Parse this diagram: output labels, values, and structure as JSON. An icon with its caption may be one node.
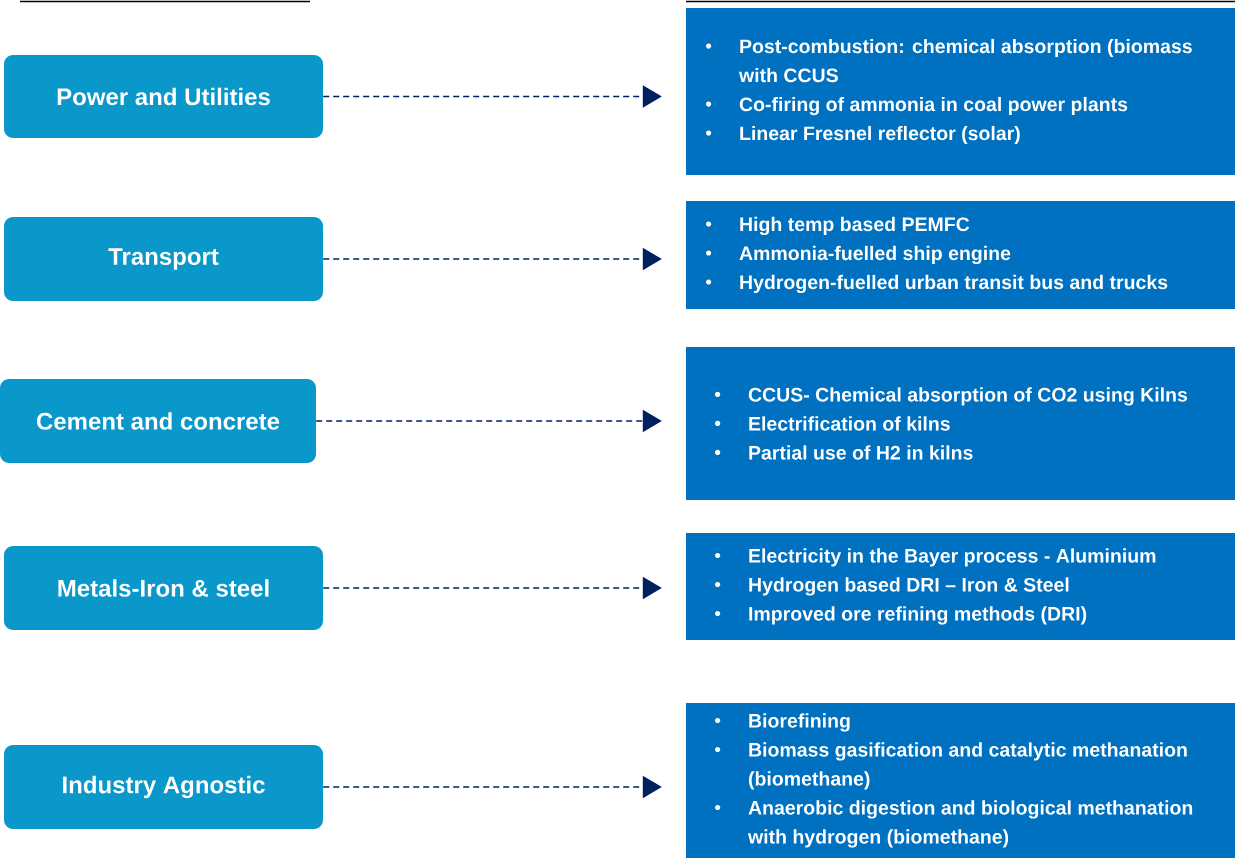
{
  "diagram": {
    "nodes": [
      {
        "text": [
          "Power and Utilities"
        ]
      },
      {
        "text": [
          "Post-combustion: chemical absorption (biomass with CCUS",
          "Co-firing of ammonia in coal power plants",
          "Linear Fresnel reflector (solar)"
        ]
      },
      {
        "text": [
          "Transport"
        ]
      },
      {
        "text": [
          "High temp based PEMFC",
          "Ammonia-fuelled ship engine",
          "Hydrogen-fuelled urban transit bus and trucks"
        ]
      },
      {
        "text": [
          "Cement and concrete"
        ]
      },
      {
        "text": [
          "CCUS- Chemical absorption of CO2 using Kilns",
          "Electrification of kilns",
          "Partial use of H2 in kilns"
        ]
      },
      {
        "text": [
          "Metals-Iron & steel"
        ]
      },
      {
        "text": [
          "Electricity in the Bayer process -  Aluminium",
          "Hydrogen based DRI – Iron & Steel",
          "Improved ore refining methods (DRI)"
        ]
      },
      {
        "text": [
          "Industry Agnostic"
        ]
      },
      {
        "text": [
          "Biorefining",
          "Biomass gasification and catalytic methanation (biomethane)",
          "Anaerobic digestion and biological methanation with hydrogen (biomethane)"
        ]
      }
    ],
    "edges": [
      {
        "from": 0,
        "to": 1,
        "arrow": "to",
        "style": "dashed"
      },
      {
        "from": 2,
        "to": 3,
        "arrow": "to",
        "style": "dashed"
      },
      {
        "from": 4,
        "to": 5,
        "arrow": "to",
        "style": "dashed"
      },
      {
        "from": 6,
        "to": 7,
        "arrow": "to",
        "style": "dashed"
      },
      {
        "from": 8,
        "to": 9,
        "arrow": "to",
        "style": "dashed"
      }
    ]
  }
}
